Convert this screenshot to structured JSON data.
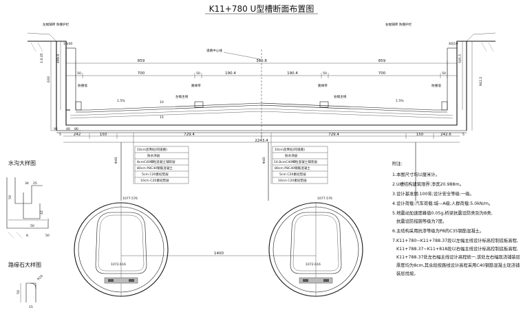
{
  "title": "K11+780 U型槽断面布置图",
  "labels": {
    "road_center": "道路中心线",
    "left_fence": "左幅铺砖\n防撞护栏",
    "right_fence": "右幅铺砖\n防撞护栏",
    "left_anticollision": "防撞墙",
    "right_anticollision": "防撞墙",
    "curb_left": "路缘带",
    "curb_right": "路缘带",
    "left_line": "左幅主线",
    "right_line": "右幅主线",
    "slope": "1.5%"
  },
  "dims": {
    "top_left": "10|40",
    "top_right": "40|10",
    "d1": "1:0.05",
    "d2": "499.9",
    "d3": "630",
    "d4": "505.5",
    "d5": "842.2",
    "w859_l": "859",
    "w859_r": "859",
    "w380": "380.8",
    "w50a": "50",
    "w700_l": "700",
    "w50b": "50",
    "w190_l": "190.4",
    "w190_r": "190.4",
    "w50c": "50",
    "w700_r": "700",
    "w50d": "50",
    "b92": "92",
    "b40": "40",
    "b80": "80",
    "b242": "242",
    "b150_l": "150",
    "b729_l": "729.4",
    "b729_r": "729.4",
    "b150_r": "150",
    "b242r": "242.6",
    "b5l": "5",
    "b5r": "5",
    "total": "2243.4",
    "d10": "10",
    "d15": "15",
    "pile_l": "Φ40",
    "pile_r": "Φ40",
    "tunnel_gap": "1400",
    "elev_tl": "1077.576",
    "elev_tr": "1077.576",
    "elev_bl": "1072.616",
    "elev_br": "1072.616"
  },
  "pavement_left": [
    "10cm沥青砼(同道路)",
    "防水涂层",
    "8cmC40细粒混凝土铺装层",
    "80cm P8C40钢筋混凝土",
    "5cm C20素砼垫层",
    "10cm C20素砼垫层"
  ],
  "pavement_right": [
    "10cm沥青砼(同道路)",
    "防水涂层",
    "14.8cmC40细粒混凝土铺装层",
    "80cm P8C40钢筋混凝土",
    "5cm C20素砼垫层",
    "10cm C20素砼垫层"
  ],
  "detail_drain": {
    "title": "水沟大样图",
    "dims": [
      "34",
      "25",
      "50",
      "42",
      "50",
      "50",
      "8"
    ]
  },
  "detail_curb": {
    "title": "路缘石大样图",
    "dims": [
      "R10",
      "50",
      "15"
    ]
  },
  "notes": {
    "heading": "附注:",
    "items": [
      "1.本图尺寸均以厘米计。",
      "2.U槽结构建筑限界:净宽20.988m。",
      "3.设计基准期:100年;设计安全等级:一级。",
      "4.设计荷载:汽车荷载:城—A级;人群荷载:5.0kN/m。",
      "5.地震动加速度峰值0.05g,桥梁抗震设防类别为B类,",
      "抗震设防措施等级为7度。",
      "6.主结构采用抗渗等级为P8的C35钢筋混凝土。",
      "7.K11+780~K11+788.37段以左幅主线设计标高控制底板高程,",
      "K11+788.37~K11+818段以右幅主线设计标高控制底板高程,",
      "K11+788.37处左右幅主线设计高程统一,该处左右幅现浇铺装层",
      "厚度均为8cm,其余段按路线设计高程采用C40钢筋混凝土现浇铺",
      "装层找坡。"
    ]
  }
}
